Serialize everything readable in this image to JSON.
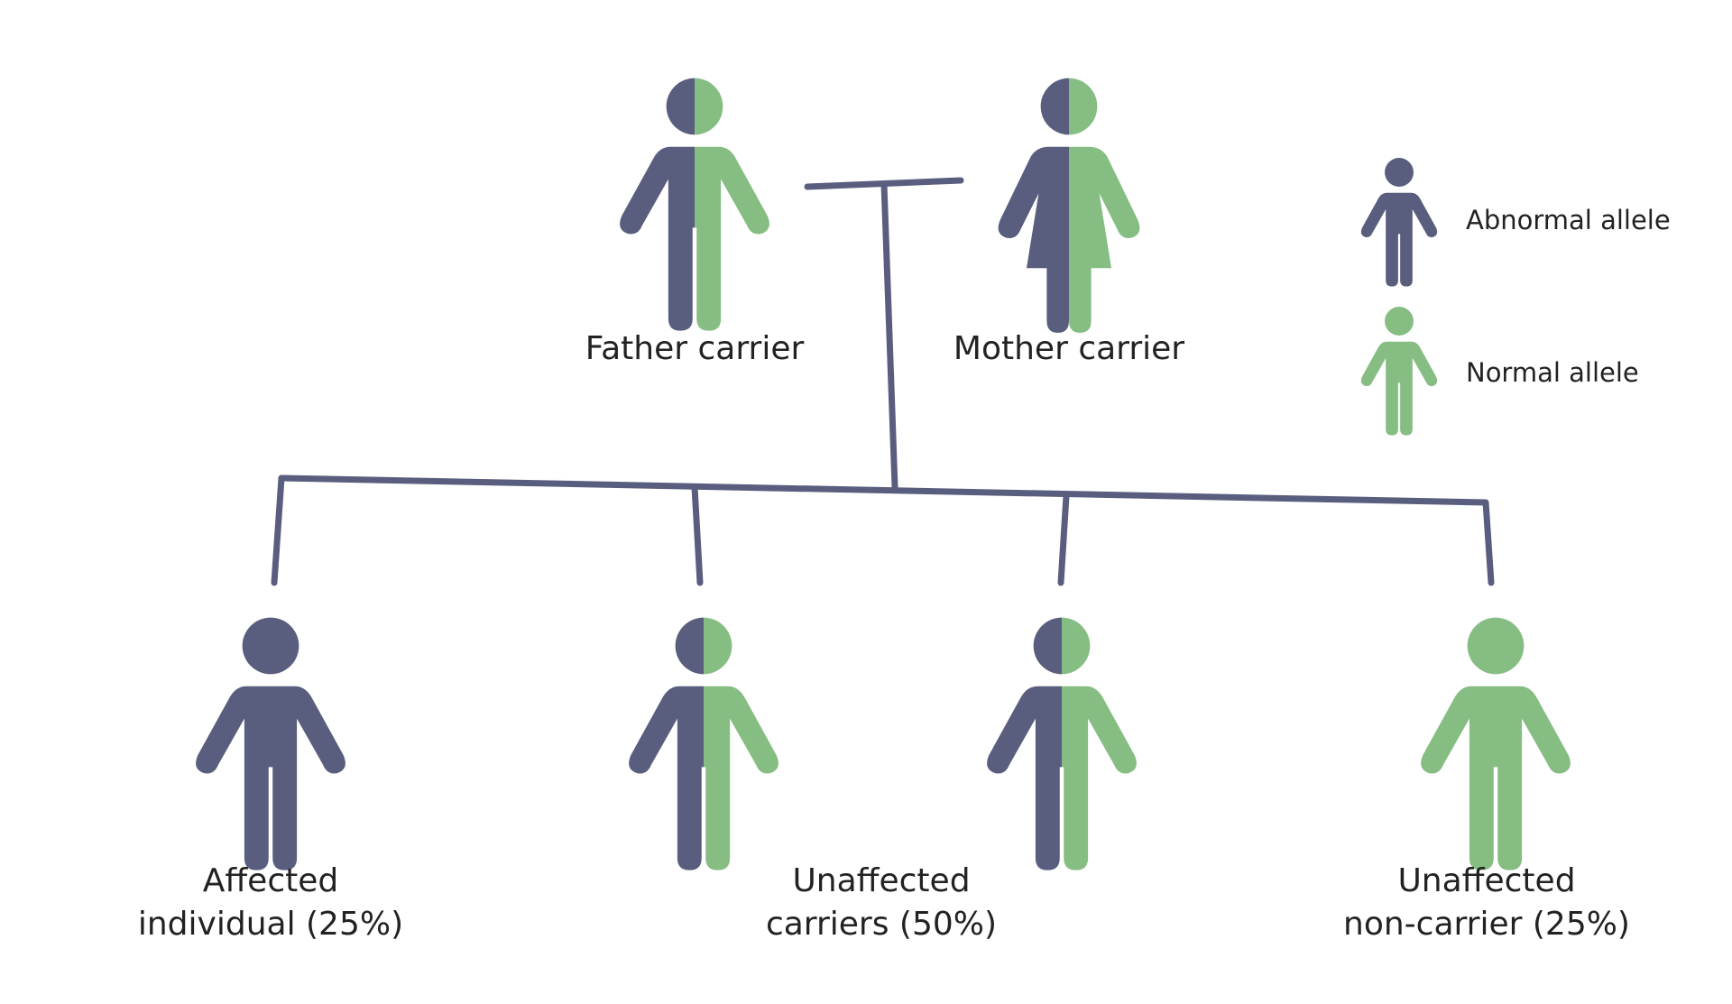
{
  "colors": {
    "abnormal": "#5a5e7e",
    "normal": "#86bd83",
    "line": "#5a5e7e",
    "text": "#222222"
  },
  "parents": {
    "father_label": "Father carrier",
    "mother_label": "Mother carrier"
  },
  "children": {
    "affected_line1": "Affected",
    "affected_line2": "individual (25%)",
    "carriers_line1": "Unaffected",
    "carriers_line2": "carriers (50%)",
    "noncarrier_line1": "Unaffected",
    "noncarrier_line2": "non-carrier (25%)"
  },
  "legend": {
    "abnormal_label": "Abnormal allele",
    "normal_label": "Normal allele",
    "abnormal_icon": "person-abnormal-icon",
    "normal_icon": "person-normal-icon"
  }
}
